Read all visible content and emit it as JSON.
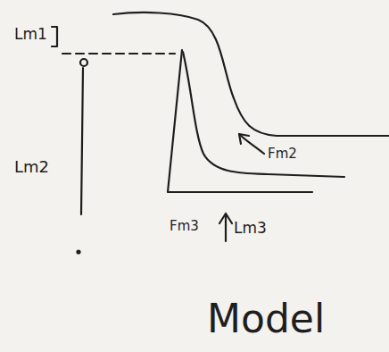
{
  "diagram": {
    "labels": [
      "Lm1",
      "Lm2",
      "Fm2",
      "Fm3",
      "Lm3",
      "Model"
    ]
  }
}
